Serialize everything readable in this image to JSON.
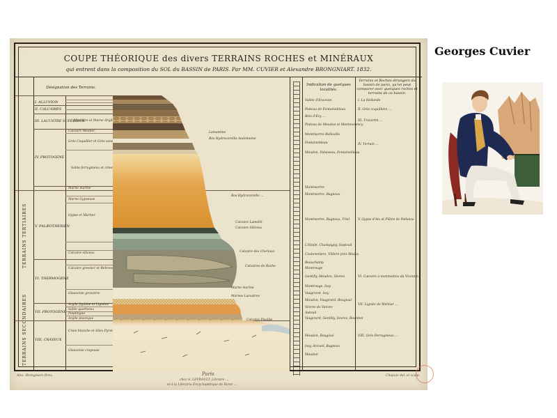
{
  "side": {
    "name": "Georges Cuvier"
  },
  "plate": {
    "title_line1": "COUPE THÉORIQUE des divers TERRAINS ROCHES et MINÉRAUX",
    "title_line2": "qui entrent dans la composition du SOL du BASSIN de PARIS. Par MM. CUVIER et Alexandre BRONGNIART. 1832.",
    "col_designation": "Désignation des Terrains.",
    "col_localites": "Indication de quelques localités.",
    "col_comparaison": "Terrains et Roches étrangers du bassin de paris, qu'on peut comparer avec quelques roches et terrains de ce bassin.",
    "era_tertiaires": "TERRAINS TERTIAIRES",
    "era_secondaires": "TERRAINS SECONDAIRES",
    "formations": [
      "I. ALLUVION",
      "II. CALCAIRES",
      "III. LACUSTRE SUPÉRIEUR",
      "IV. PROTOGENE",
      "V. PALÆOTHERIEN",
      "VI. THERMOGENE",
      "VII. PROTOGÈNE",
      "VIII. CRAYEUX"
    ],
    "layers": [
      "Meulière et Marne Argileuse",
      "Calcaire Meulier",
      "Grès Coquillier et Grès sans Coquilles",
      "Sable ferrugineux et ciment ...",
      "Marne marine",
      "Marne Gypseuse",
      "Gypse et Marnes",
      "Calcaire siliceux",
      "Calcaire grossier et Rebroussin",
      "Glauconie grossière",
      "Argile figuline et Lignites",
      "Sable quartzeux",
      "Poudingue",
      "Argile plastique",
      "Craie blanche et Silex Pyromaque",
      "Glauconie crayeuse"
    ],
    "strata_notes": [
      "Lamantine",
      "Bos Hydrocorellis Aedomoine",
      "Bos Hydrocorellis ...",
      "Calcaire Lamellé",
      "Calcaire Siliceux",
      "Calcaire des Cheriaux",
      "Calcaires de Roche",
      "Marne marine",
      "Marnes Lacustres",
      "Calcaire Pisolite"
    ],
    "localities": [
      "Vallée d'Essonne",
      "Plateau de Fontainebleau",
      "Bois d'Ezy ...",
      "Plateau de Meudon et Montmorency",
      "Montmartre Belleville",
      "Fontainebleau",
      "Meudon, Palaiseau, Fontainebleau",
      "Montmartre",
      "Montmartre, Bagneux",
      "Montmartre, Bagneux, Triel",
      "L'Etoile, Champigny, Septeuil",
      "Coulommiers, Villiers près Meaux",
      "Beauchamp",
      "Montrouge",
      "Gentilly, Meudon, Sèvres",
      "Montrouge, Issy",
      "Vaugirard, Issy",
      "Meudon, Vaugirard, Bougival",
      "Sèvres de Vanves",
      "Auteuil",
      "Vaugirard, Gentilly, Sèvres, Bourdon",
      "Meudon, Bougival",
      "Issy, Arcueil, Bagneux",
      "Meudon"
    ],
    "comparisons": [
      "I. La Hollande",
      "II. Grès coquilliers ...",
      "III. Travertin ...",
      "IV. Terrain ...",
      "V. Gypse d'Aix et Plâtre de Pallanza",
      "VI. Calcaire à nummulites du Vicentin",
      "VII. Lignite de Weimar ...",
      "VIII. Grès Ferrugineux ..."
    ],
    "footer_left": "Alex. Brongniart direx.",
    "footer_center_1": "Paris",
    "footer_center_2": "chez G. LEVRAULT, Libraire ...",
    "footer_center_3": "et à la Librairie Encyclopédique de Roret ...",
    "footer_right": "Chapuis del. et sculp."
  },
  "colors": {
    "paper": "#ece3cd",
    "ink": "#2a2118",
    "ochre": "#d9a24a",
    "umber": "#6b5138",
    "slate": "#5e6a5a",
    "cream": "#efe4cc"
  }
}
